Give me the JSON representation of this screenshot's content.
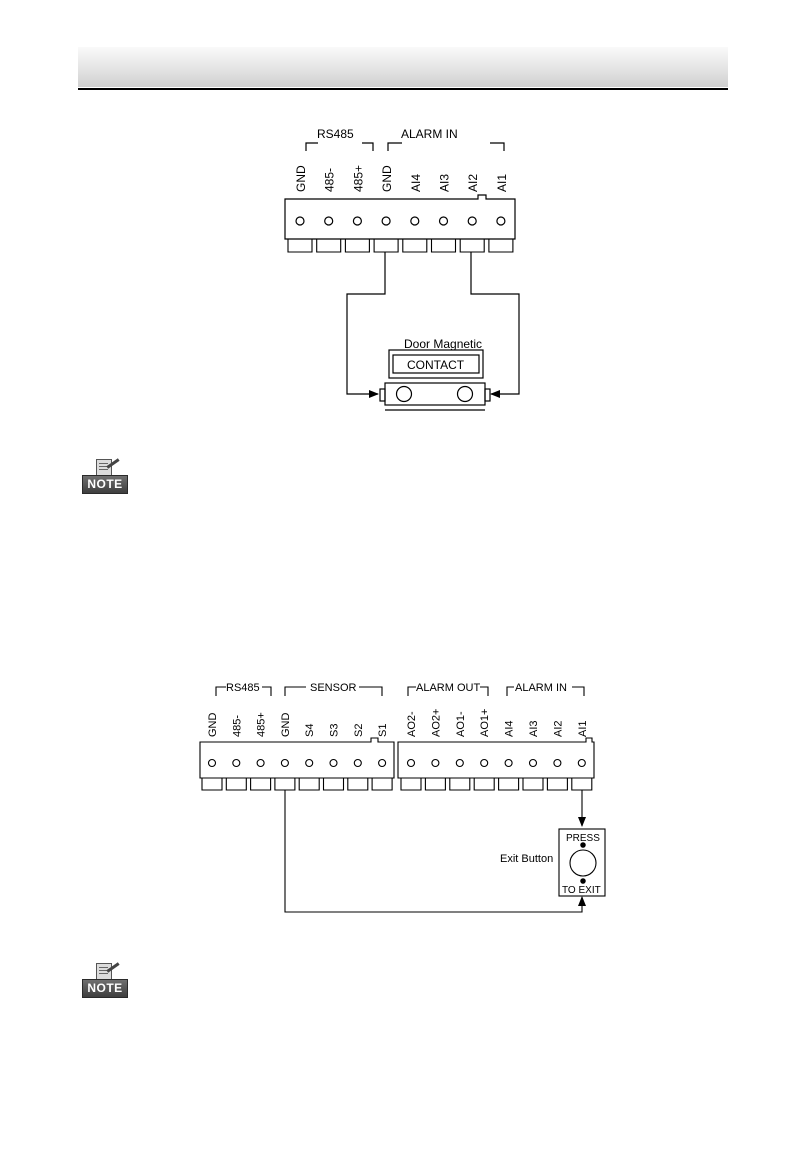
{
  "diagram_1": {
    "groups": {
      "rs485": "RS485",
      "alarm_in": "ALARM IN"
    },
    "terminals": [
      "GND",
      "485-",
      "485+",
      "GND",
      "AI4",
      "AI3",
      "AI2",
      "AI1"
    ],
    "device_label": "Door Magnetic",
    "device_contact": "CONTACT"
  },
  "diagram_2": {
    "groups": {
      "rs485": "RS485",
      "sensor": "SENSOR",
      "alarm_out": "ALARM OUT",
      "alarm_in": "ALARM IN"
    },
    "terminals_left": [
      "GND",
      "485-",
      "485+",
      "GND",
      "S4",
      "S3",
      "S2",
      "S1"
    ],
    "terminals_right": [
      "AO2-",
      "AO2+",
      "AO1-",
      "AO1+",
      "AI4",
      "AI3",
      "AI2",
      "AI1"
    ],
    "button_label": "Exit Button",
    "button_top": "PRESS",
    "button_bottom": "TO EXIT"
  },
  "notes": {
    "icon_label": "NOTE"
  }
}
